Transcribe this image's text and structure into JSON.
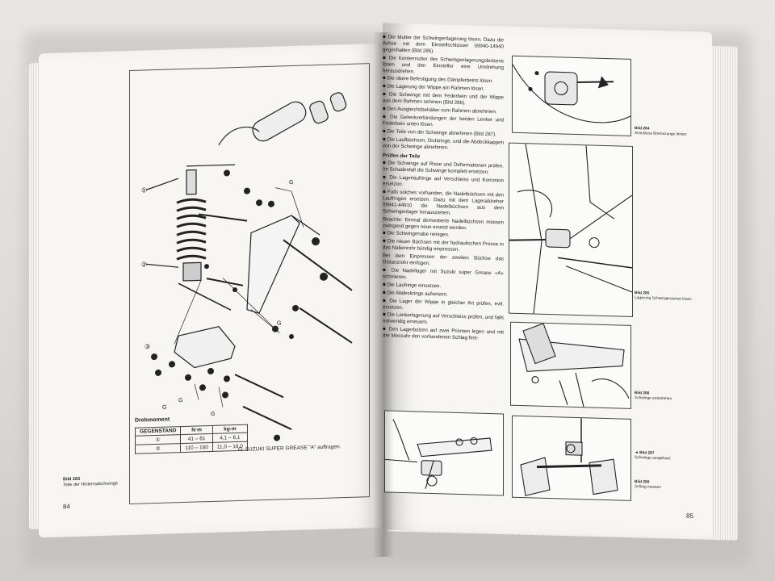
{
  "left_page": {
    "page_number": "84",
    "figure_caption_number": "Bild 283",
    "figure_caption_text": "Teile der Hinterradschwinge",
    "callouts": [
      "G",
      "G",
      "G",
      "G",
      "G",
      "①",
      "②",
      "③"
    ],
    "torque": {
      "title": "Drehmoment",
      "headers": [
        "GEGENSTAND",
        "N·m",
        "kg-m"
      ],
      "rows": [
        [
          "①",
          "41 – 61",
          "4,1 – 6,1"
        ],
        [
          "②",
          "110 – 160",
          "11,0 – 16,0"
        ]
      ]
    },
    "grease_note": "G: SUZUKI SUPER GREASE \"A\" auftragen."
  },
  "right_page": {
    "page_number": "85",
    "paragraphs": [
      "■ Die Mutter der Schwingenlagerung lösen. Dazu die Achse mit dem Einstellschlüssel 09940-14940 gegenhalten (Bild 285).",
      "■ Die Kontermutter des Schwingenlagerungsbolzens lösen und den Einsteller eine Umdrehung herausdrehen.",
      "■ Die obere Befestigung des Dämpferbeins lösen.",
      "■ Die Lagerung der Wippe am Rahmen lösen.",
      "■ Die Schwinge mit dem Federbein und der Wippe aus dem Rahmen nehmen (Bild 286).",
      "■ Den Ausgleichsbehälter vom Rahmen abnehmen.",
      "■ Die Gelenkverbindungen der beiden Lenker und Federbein unten lösen.",
      "■ Die Teile von der Schwinge abnehmen (Bild 287).",
      "■ Die Laufbüchsen, Dichtringe, und die Abdeckkappen von der Schwinge abnehmen."
    ],
    "heading": "Prüfen der Teile",
    "paragraphs2": [
      "■ Die Schwinge auf Risse und Deformationen prüfen. Im Schadenfall die Schwinge komplett ersetzen.",
      "■ Die Lagerlaufringe auf Verschleiss und Korrosion ersetzen.",
      "■ Falls solches vorhanden, die Nadelbüchsen mit den Laufringen ersetzen. Dazu mit dem Lagerabzieher 09941-44910 die Nadelbüchsen aus dem Schwingenlager herausziehen.",
      "Beachte: Einmal demontierte Nadelbüchsen müssen zwingend gegen neue ersetzt werden.",
      "■ Die Schwingenabe reinigen.",
      "■ Die neuen Büchsen mit der hydraulischen Presse in das Nabenrohr bündig einpressen.",
      "Bei dem Einpressen der zweiten Büchse das Distanzrohr einfügen.",
      "■ Die Nadellager mit Suzuki super Grease «A» schmieren.",
      "■ Die Laufringe einsetzen.",
      "■ Die Abdeckringe aufsetzen.",
      "■ Die Lager der Wippe in gleicher Art prüfen, evtl. ersetzen.",
      "■ Die Lenkerlagerung auf Verschleiss prüfen, und falls notwendig erneuern.",
      "■ Den Lagerbolzen auf zwei Prismen legen und mit der Messuhr den vorhandenen Schlag fest-"
    ],
    "figures": [
      {
        "number": "Bild 284",
        "caption": "Anschluss Bremszange hinten"
      },
      {
        "number": "Bild 285",
        "caption": "Lagerung Schwingenachse lösen"
      },
      {
        "number": "Bild 286",
        "caption": "Schwinge entnehmen"
      },
      {
        "number": "◄ Bild 287",
        "caption": "Schwinge ausgebaut"
      },
      {
        "number": "Bild 288",
        "caption": "Schlag messen"
      }
    ]
  }
}
